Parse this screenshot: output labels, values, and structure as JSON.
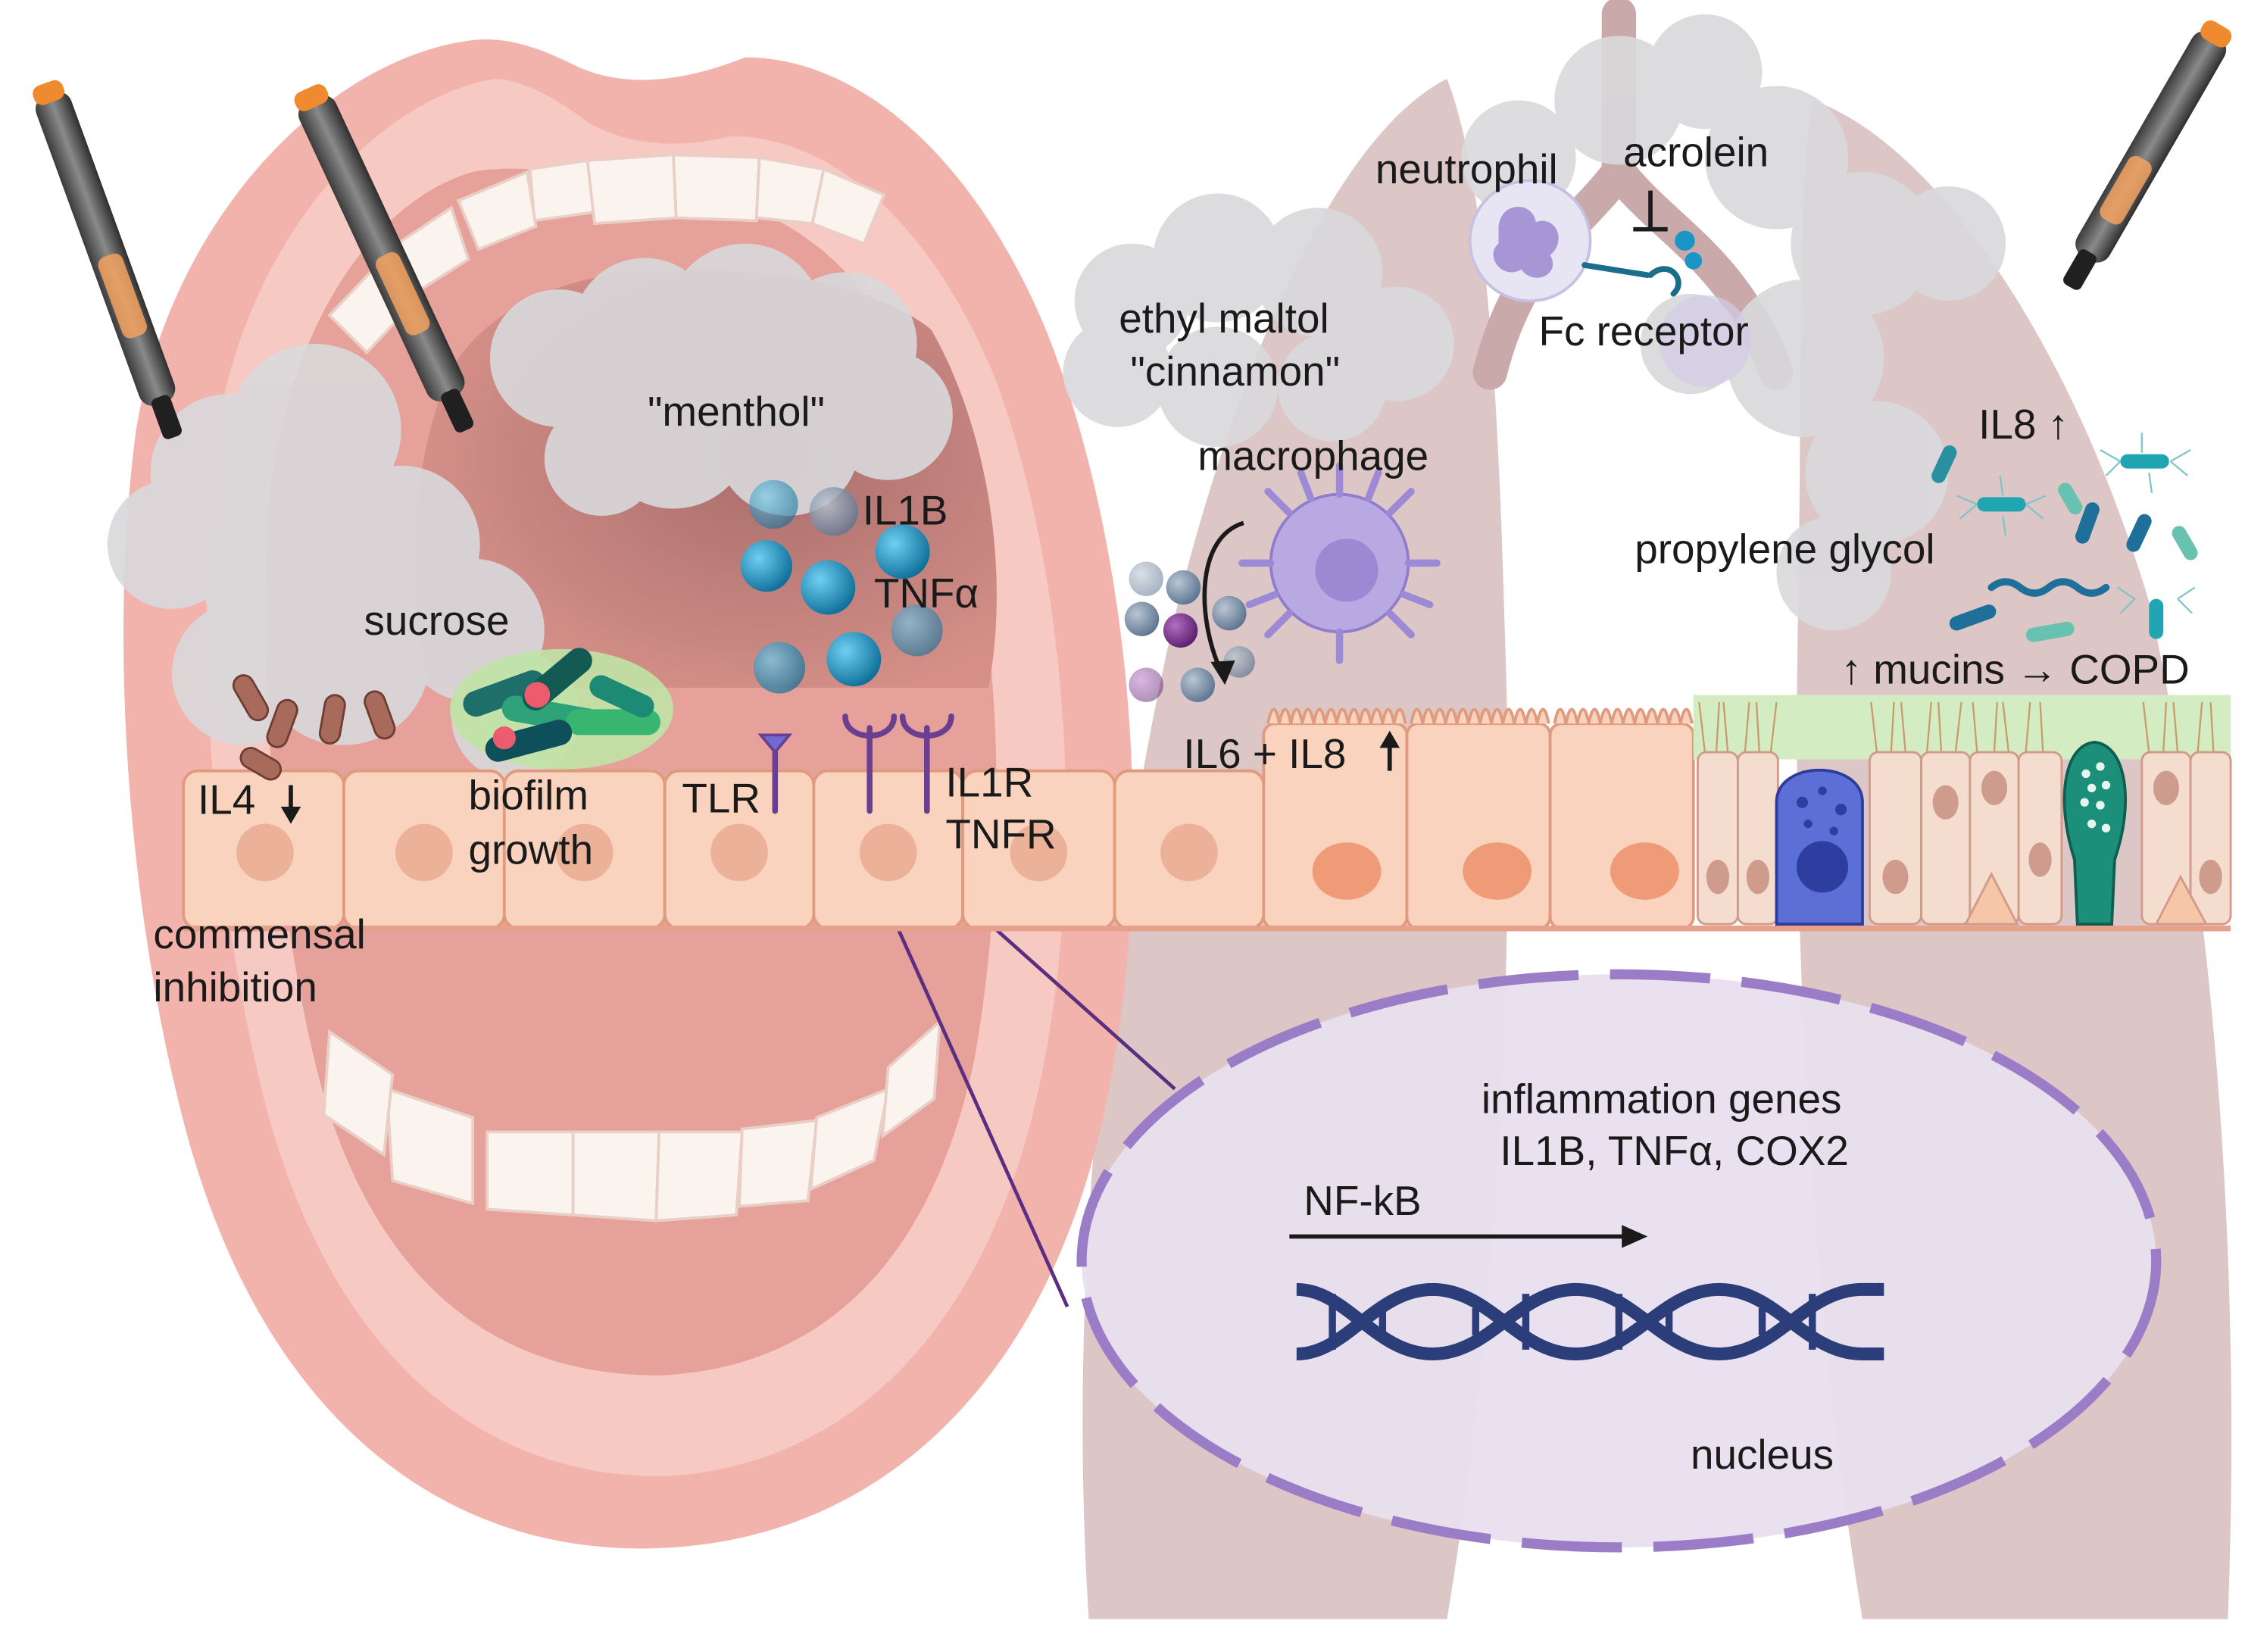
{
  "labels": {
    "menthol": "\"menthol\"",
    "il1b": "IL1B",
    "tnfa": "TNFα",
    "sucrose": "sucrose",
    "il4": "IL4",
    "biofilm_line1": "biofilm",
    "biofilm_line2": "growth",
    "tlr": "TLR",
    "il1r": "IL1R",
    "tnfr": "TNFR",
    "commensal_line1": "commensal",
    "commensal_line2": "inhibition",
    "ethyl_line1": "ethyl maltol",
    "ethyl_line2": "\"cinnamon\"",
    "macrophage": "macrophage",
    "il6_il8": "IL6 + IL8",
    "neutrophil": "neutrophil",
    "acrolein": "acrolein",
    "fc_receptor": "Fc receptor",
    "il8_up": "IL8 ↑",
    "propylene_glycol": "propylene glycol",
    "mucins_copd": "↑ mucins → COPD",
    "inflammation_title": "inflammation genes",
    "inflammation_genes": "IL1B, TNFα, COX2",
    "nfkb": "NF-kB",
    "nucleus": "nucleus"
  },
  "icons": {
    "vape_pen": "e-cigarette",
    "vapor_cloud": "cloud",
    "bacteria": "bacterium",
    "macrophage": "macrophage",
    "neutrophil": "neutrophil",
    "dna": "dna-helix",
    "receptor": "receptor",
    "goblet_cell": "goblet-cell",
    "mouth": "open-mouth",
    "lungs": "lungs"
  },
  "colors": {
    "lip": "#f2b3ac",
    "mouth_inner": "#d88e88",
    "epithelium": "#f9d3bd",
    "cell_border": "#e09a7d",
    "nucleus_fill": "#e6a58e",
    "lung": "#d2b6b6",
    "vapor": "#d9d9dc",
    "cytokine": "#1b95c6",
    "macrophage": "#a89ad6",
    "nucleus_panel": "#e8e0ee",
    "nuclear_envelope": "#9b7cc7",
    "dna": "#2c3e7a",
    "receptor": "#6a3f91",
    "cilia_band": "#d3ecc2"
  }
}
